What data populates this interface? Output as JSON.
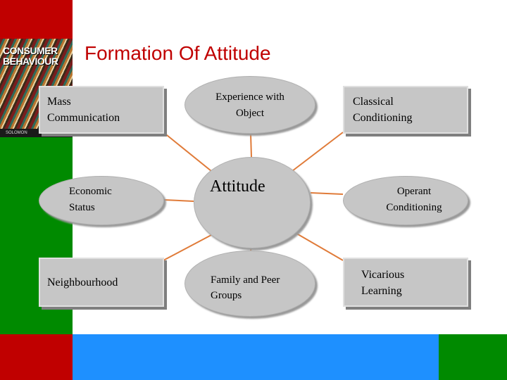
{
  "slide": {
    "title": "Formation Of Attitude",
    "book_cover": {
      "title_line1": "CONSUMER",
      "title_line2": "BEHAVIOUR",
      "author": "SOLOMON"
    }
  },
  "diagram": {
    "center": {
      "label": "Attitude"
    },
    "nodes": [
      {
        "id": "mass",
        "lines": [
          "Mass",
          "Communication"
        ]
      },
      {
        "id": "experience",
        "lines": [
          "Experience with",
          "Object"
        ]
      },
      {
        "id": "classical",
        "lines": [
          "Classical",
          "Conditioning"
        ]
      },
      {
        "id": "economic",
        "lines": [
          "Economic",
          "Status"
        ]
      },
      {
        "id": "operant",
        "lines": [
          "Operant",
          "Conditioning"
        ]
      },
      {
        "id": "neighbourhood",
        "lines": [
          "Neighbourhood"
        ]
      },
      {
        "id": "family",
        "lines": [
          "Family and Peer",
          "Groups"
        ]
      },
      {
        "id": "vicarious",
        "lines": [
          "Vicarious",
          "Learning"
        ]
      }
    ],
    "connector_color": "#e07b39"
  }
}
